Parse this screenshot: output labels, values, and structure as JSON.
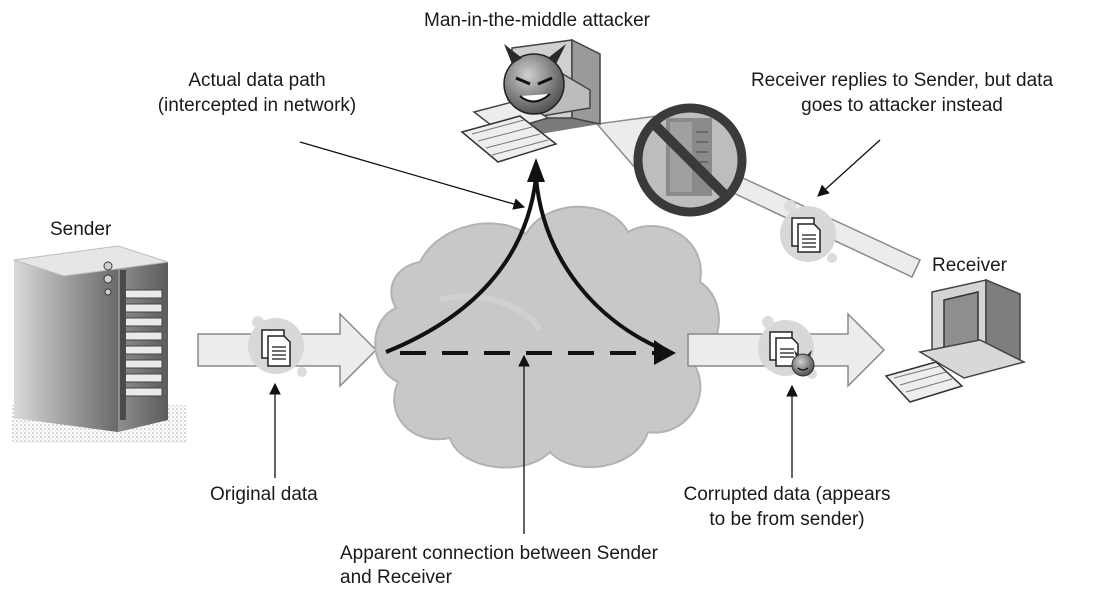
{
  "labels": {
    "attacker": "Man-in-the-middle attacker",
    "actual_path_line1": "Actual data path",
    "actual_path_line2": "(intercepted in network)",
    "reply_line1": "Receiver replies to Sender, but data",
    "reply_line2": "goes to attacker instead",
    "sender": "Sender",
    "receiver": "Receiver",
    "original_data": "Original  data",
    "corrupted_line1": "Corrupted  data (appears",
    "corrupted_line2": "to be from sender)",
    "apparent_line1": "Apparent connection between Sender",
    "apparent_line2": "and Receiver"
  },
  "icons": {
    "sender": "server-tower-icon",
    "receiver": "desktop-computer-icon",
    "attacker": "devil-computer-icon",
    "network": "cloud-icon",
    "document": "document-icon",
    "blocked": "no-entry-icon"
  },
  "colors": {
    "arrow_fill": "#ececec",
    "arrow_stroke": "#8a8a8a",
    "cloud_fill": "#c8c8c8",
    "path_stroke": "#111111"
  }
}
